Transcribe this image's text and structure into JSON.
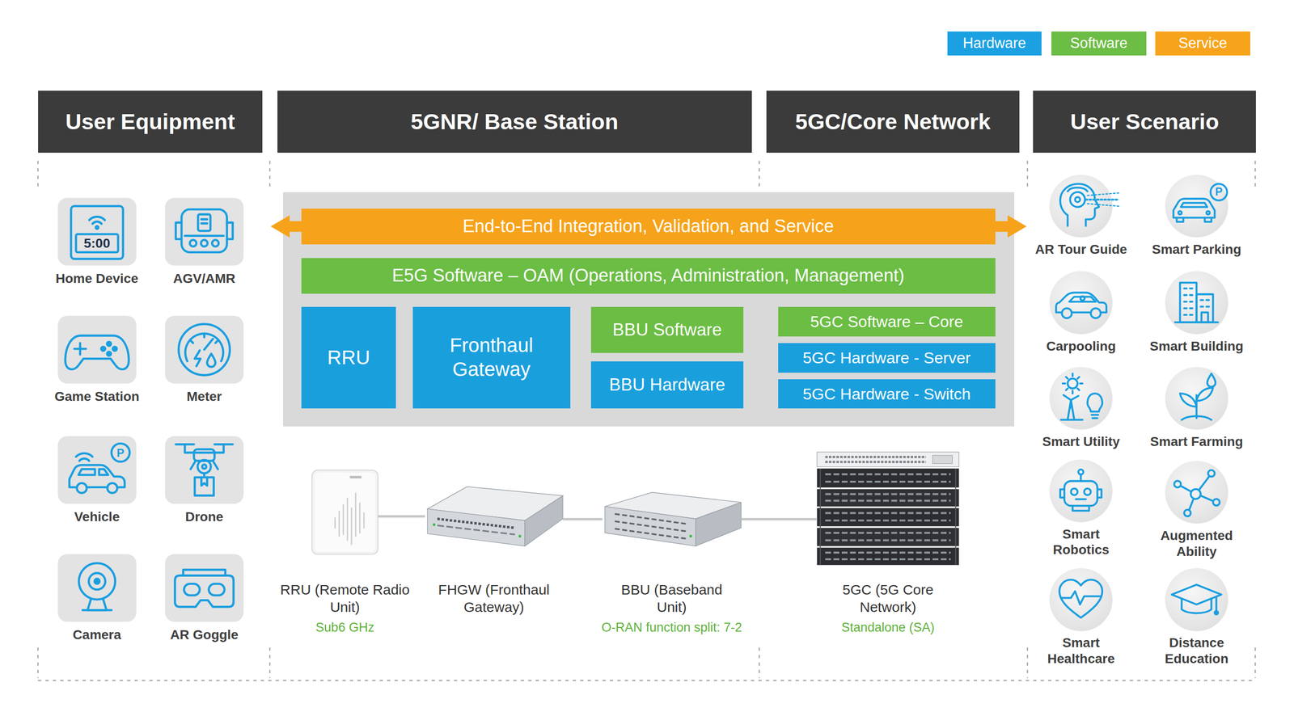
{
  "diagram": {
    "nodes": [
      {
        "text": [
          "User Equipment"
        ]
      },
      {
        "text": [
          "5GNR/ Base Station"
        ]
      },
      {
        "text": [
          "5GC/Core Network"
        ]
      },
      {
        "text": [
          "User Scenario"
        ]
      },
      {
        "text": [
          "Home Device"
        ]
      },
      {
        "text": [
          "AGV/AMR"
        ]
      },
      {
        "text": [
          "Game Station"
        ]
      },
      {
        "text": [
          "Meter"
        ]
      },
      {
        "text": [
          "Vehicle"
        ]
      },
      {
        "text": [
          "Drone"
        ]
      },
      {
        "text": [
          "Camera"
        ]
      },
      {
        "text": [
          "AR Goggle"
        ]
      },
      {
        "text": [
          "End-to-End Integration, Validation, and Service"
        ]
      },
      {
        "text": [
          "E5G Software – OAM (Operations, Administration, Management)"
        ]
      },
      {
        "text": [
          "RRU"
        ]
      },
      {
        "text": [
          "Fronthaul Gateway"
        ]
      },
      {
        "text": [
          "BBU Software"
        ]
      },
      {
        "text": [
          "BBU Hardware"
        ]
      },
      {
        "text": [
          "5GC Software – Core"
        ]
      },
      {
        "text": [
          "5GC Hardware - Server"
        ]
      },
      {
        "text": [
          "5GC Hardware - Switch"
        ]
      },
      {
        "text": [
          "RRU (Remote Radio Unit)",
          "Sub6 GHz"
        ]
      },
      {
        "text": [
          "FHGW (Fronthaul Gateway)"
        ]
      },
      {
        "text": [
          "BBU (Baseband Unit)",
          "O-RAN function split: 7-2"
        ]
      },
      {
        "text": [
          "5GC (5G Core Network)",
          "Standalone (SA)"
        ]
      },
      {
        "text": [
          "AR Tour Guide"
        ]
      },
      {
        "text": [
          "Smart Parking"
        ]
      },
      {
        "text": [
          "Carpooling"
        ]
      },
      {
        "text": [
          "Smart Building"
        ]
      },
      {
        "text": [
          "Smart Utility"
        ]
      },
      {
        "text": [
          "Smart Farming"
        ]
      },
      {
        "text": [
          "Smart Robotics"
        ]
      },
      {
        "text": [
          "Augmented Ability"
        ]
      },
      {
        "text": [
          "Smart Healthcare"
        ]
      },
      {
        "text": [
          "Distance Education"
        ]
      }
    ],
    "edges": [
      {
        "from": 21,
        "to": 22,
        "arrow": "none"
      },
      {
        "from": 22,
        "to": 23,
        "arrow": "none"
      },
      {
        "from": 23,
        "to": 24,
        "arrow": "none"
      }
    ],
    "labels": [
      "5:00",
      "P",
      "P"
    ],
    "legend": [
      {
        "text": "Hardware",
        "color": "#1ba1e2"
      },
      {
        "text": "Software",
        "color": "#6cbd45"
      },
      {
        "text": "Service",
        "color": "#f7a41c"
      }
    ]
  }
}
